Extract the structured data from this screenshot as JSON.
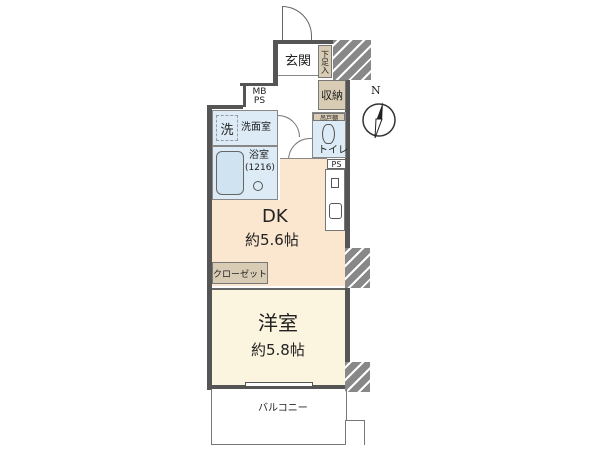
{
  "rooms": {
    "entrance": "玄関",
    "shoe_storage": "下足入",
    "storage": "収納",
    "mb_ps": "MB\nPS",
    "washer": "洗",
    "washroom": "洗面室",
    "bathroom": "浴室",
    "bath_size": "(1216)",
    "hanging_cabinet": "吊戸棚",
    "toilet": "トイレ",
    "ps": "PS",
    "dk": "DK",
    "dk_size": "約5.6帖",
    "closet": "クローゼット",
    "western_room": "洋室",
    "western_room_size": "約5.8帖",
    "balcony": "バルコニー"
  },
  "compass": {
    "north_label": "N"
  }
}
